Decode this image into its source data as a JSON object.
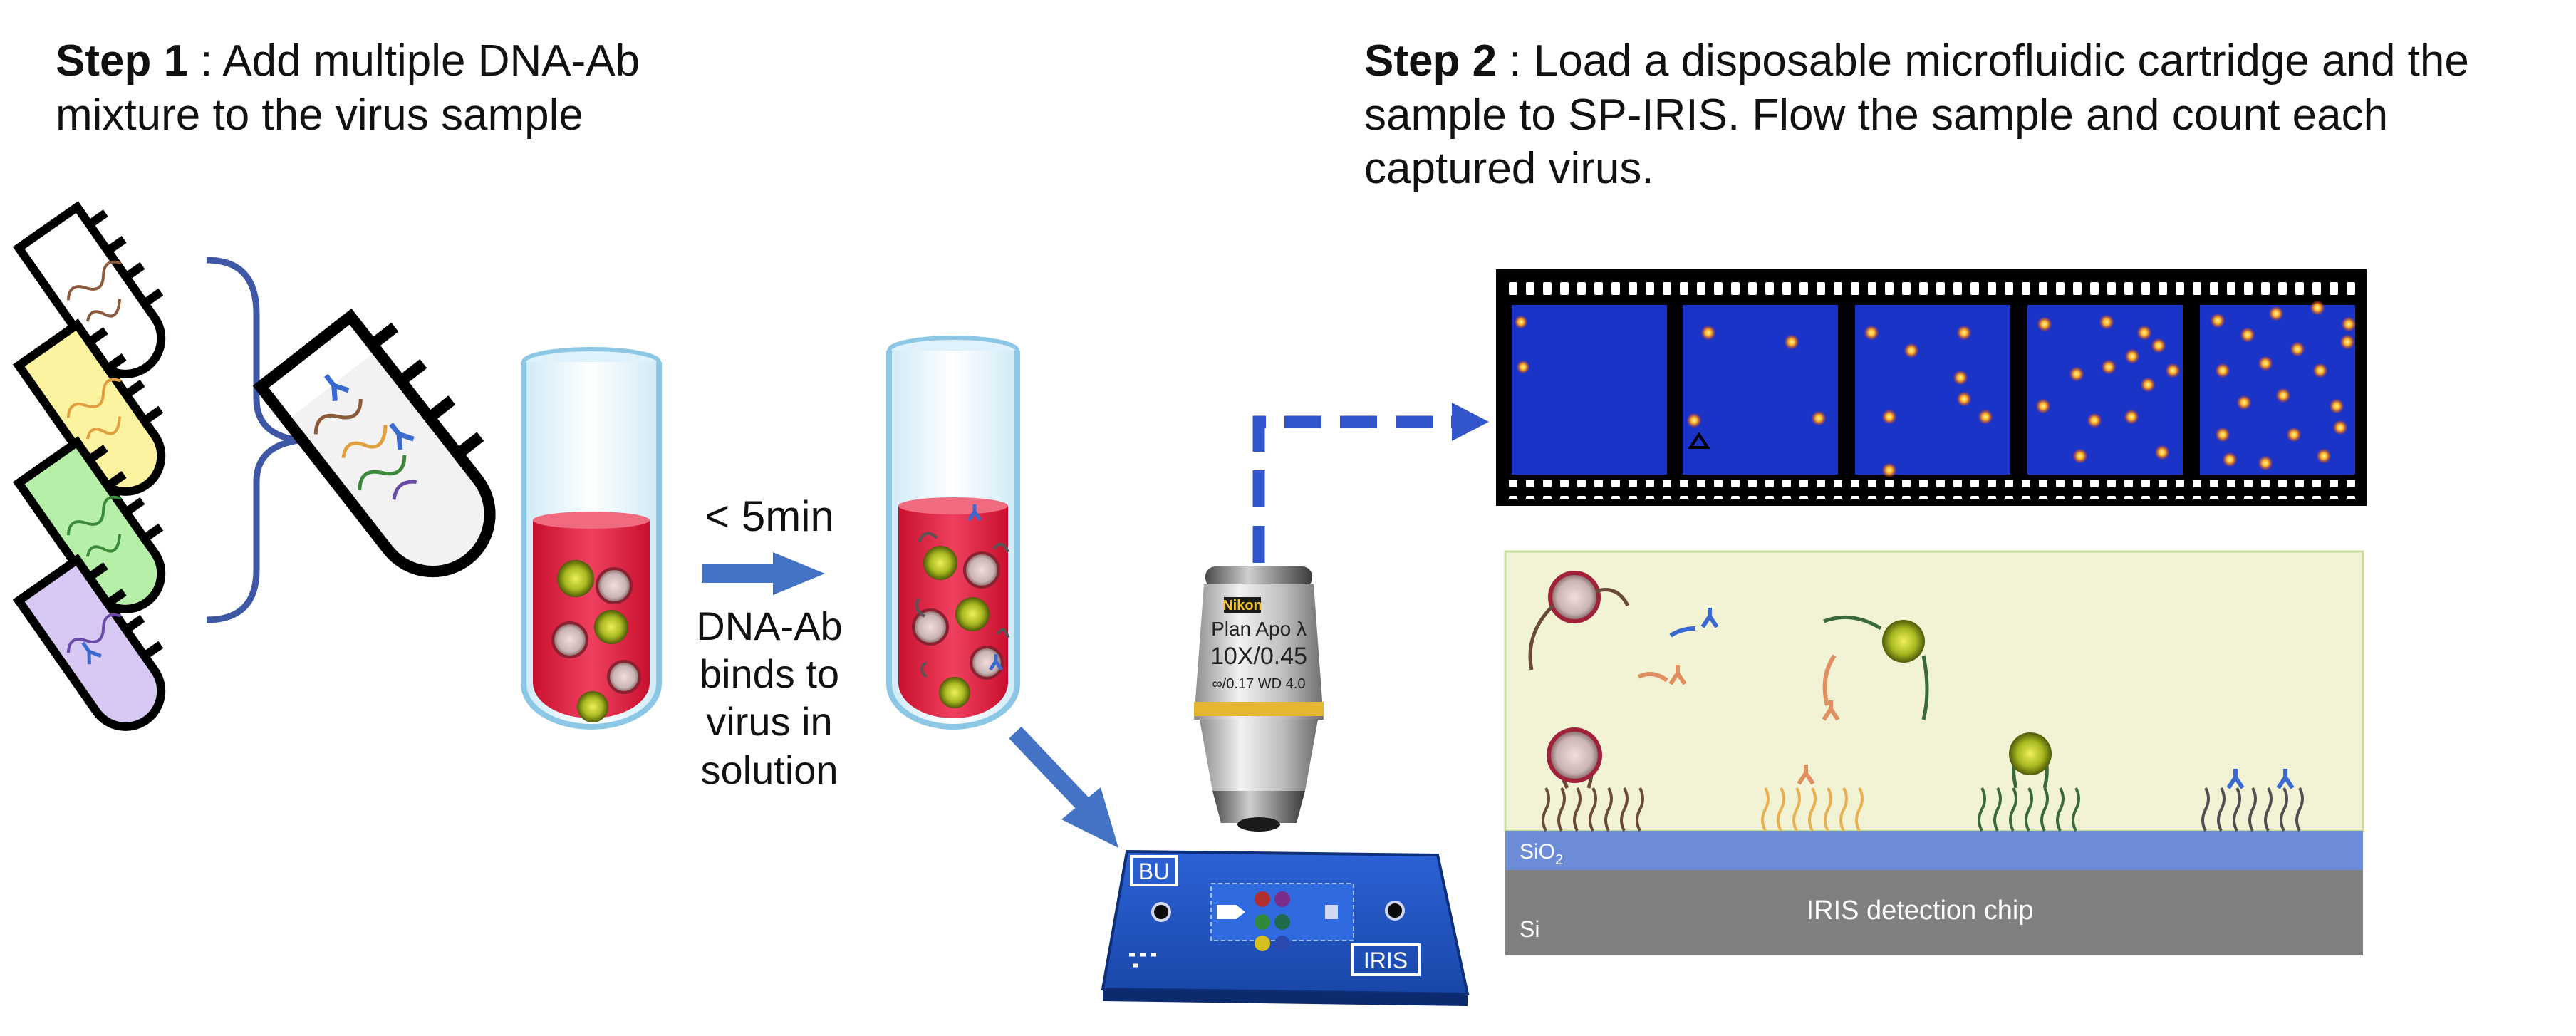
{
  "step1": {
    "heading": "Step 1",
    "text": " : Add multiple DNA-Ab mixture to the virus sample"
  },
  "step2": {
    "heading": "Step 2",
    "text": " : Load a disposable microfluidic cartridge and the sample to SP-IRIS. Flow the sample and count each captured virus."
  },
  "arrow_label_time": "< 5min",
  "arrow_label_binding": "DNA-Ab binds to virus in solution",
  "objective": {
    "brand": "Nikon",
    "line1": "Plan Apo λ",
    "line2": "10X/0.45",
    "line3": "∞/0.17  WD 4.0"
  },
  "cartridge": {
    "logo_left": "BU",
    "logo_right": "IRIS"
  },
  "chip": {
    "oxide_label": "SiO",
    "oxide_subscript": "2",
    "substrate_label": "Si",
    "chip_label": "IRIS detection chip"
  },
  "colors": {
    "tube_outline": "#000000",
    "tube_brown": "#ffffff",
    "tube_yellow": "#fbf3a0",
    "tube_green": "#b6f0a8",
    "tube_purple": "#d8c8f4",
    "brace": "#3e58a6",
    "blood_red": "#e0203a",
    "arrow_blue": "#4472c4",
    "dashed_arrow": "#3355cc",
    "film_black": "#000000",
    "frame_blue": "#1a34c8",
    "chip_bg": "#f2f3d4",
    "sio2": "#6c8cd8",
    "si": "#808080"
  }
}
